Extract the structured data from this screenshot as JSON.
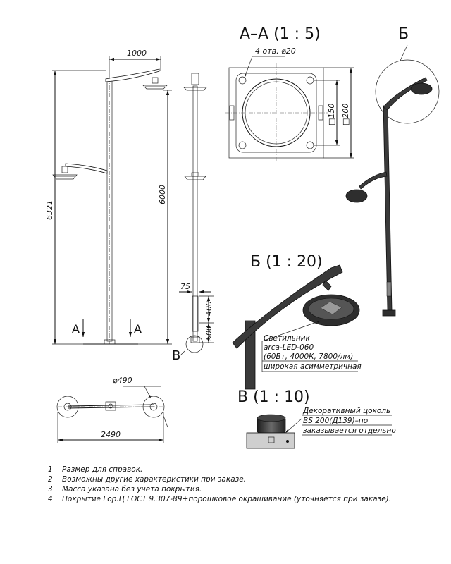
{
  "dimensions": {
    "width_1000": "1000",
    "height_6321": "6321",
    "height_6000": "6000",
    "dim_75": "75",
    "dim_400": "400",
    "dim_500": "500",
    "dia_490": "⌀490",
    "width_2490": "2490",
    "holes": "4 отв. ⌀20",
    "sq_150": "□150",
    "sq_200": "□200"
  },
  "section_marks": {
    "a_left": "A",
    "a_right": "A",
    "v_mark": "В",
    "b_mark": "Б"
  },
  "views": {
    "section_aa": "А–А (1 : 5)",
    "view_b_top": "Б",
    "view_b": "Б (1 : 20)",
    "view_v": "В (1 : 10)"
  },
  "callouts": {
    "luminaire": [
      "Светильник",
      "arca-LED-060",
      "(60Вт, 4000К, 7800/лм)",
      "широкая асимметричная"
    ],
    "base": [
      "Декоративный цоколь",
      "BS 200(Д139)–по",
      "заказывается отдельно"
    ]
  },
  "notes": [
    {
      "num": "1",
      "text": "Размер для справок."
    },
    {
      "num": "2",
      "text": "Возможны другие характеристики при заказе."
    },
    {
      "num": "3",
      "text": "Масса указана без учета покрытия."
    },
    {
      "num": "4",
      "text": "Покрытие Гор.Ц ГОСТ 9.307-89+порошковое окрашивание (уточняется при заказе)."
    }
  ]
}
